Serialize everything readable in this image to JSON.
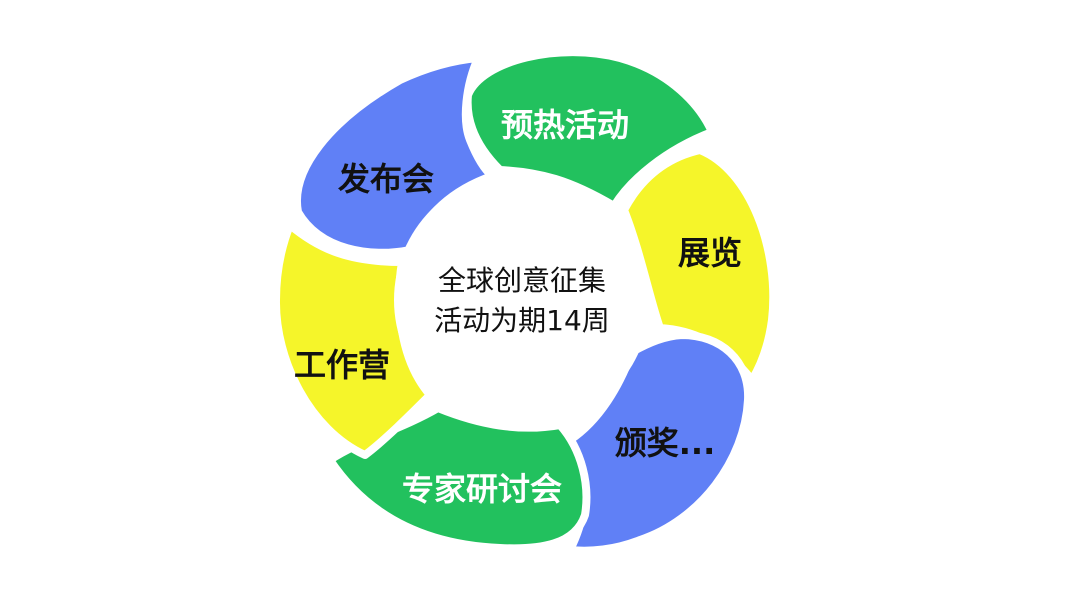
{
  "center": {
    "line1": "全球创意征集",
    "line2": "活动为期14周"
  },
  "segments": [
    {
      "label": "预热活动",
      "color": "#22c15e",
      "text_color": "#ffffff"
    },
    {
      "label": "展览",
      "color": "#f5f52a",
      "text_color": "#111111"
    },
    {
      "label": "颁奖...",
      "color": "#6080f6",
      "text_color": "#111111"
    },
    {
      "label": "专家研讨会",
      "color": "#22c15e",
      "text_color": "#ffffff"
    },
    {
      "label": "工作营",
      "color": "#f5f52a",
      "text_color": "#111111"
    },
    {
      "label": "发布会",
      "color": "#6080f6",
      "text_color": "#111111"
    }
  ]
}
